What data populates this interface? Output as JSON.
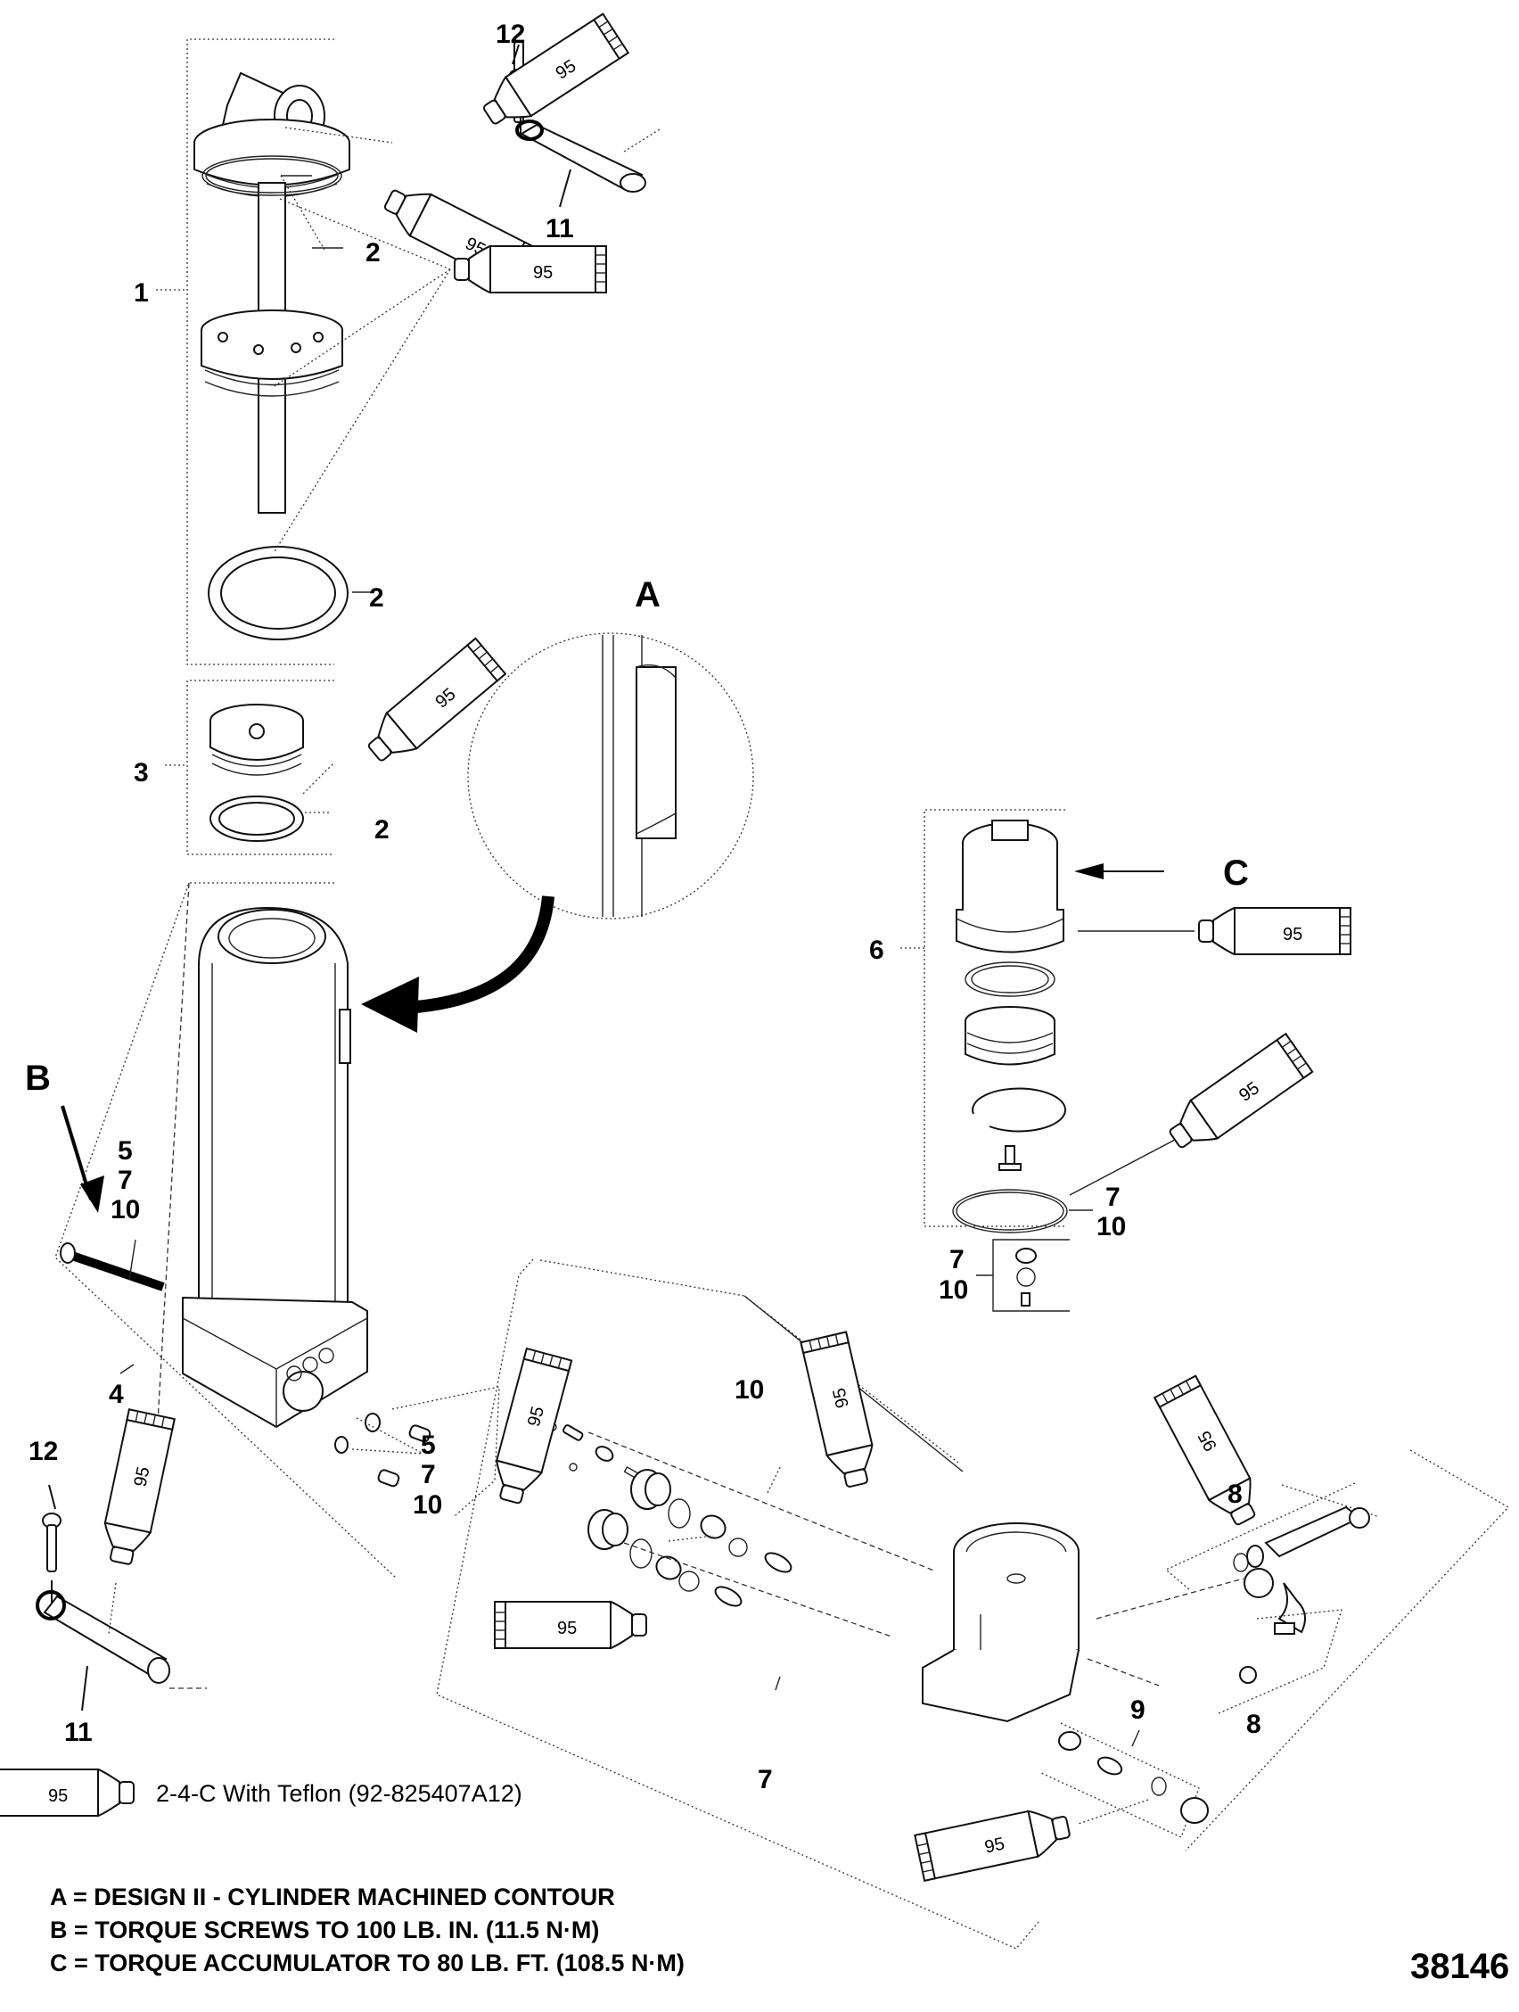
{
  "diagram": {
    "figure_number": "38146",
    "detail_labels": {
      "A": "A",
      "B": "B",
      "C": "C"
    },
    "callouts": {
      "c1": "1",
      "c2a": "2",
      "c2b": "2",
      "c2c": "2",
      "c3": "3",
      "c4": "4",
      "c5a": "5",
      "c7a": "7",
      "c10a": "10",
      "c5b": "5",
      "c7b": "7",
      "c10b": "10",
      "c6": "6",
      "c7c": "7",
      "c10c": "10",
      "c7d": "7",
      "c10d": "10",
      "c7e": "7",
      "c8a": "8",
      "c8b": "8",
      "c9": "9",
      "c10e": "10",
      "c11a": "11",
      "c11b": "11",
      "c12a": "12",
      "c12b": "12"
    },
    "sealant_tube_label": "95",
    "legend": {
      "tube_label": "95",
      "text": "2-4-C  With Teflon (92-825407A12)"
    },
    "notes": [
      "A = DESIGN II - CYLINDER MACHINED CONTOUR",
      "B = TORQUE SCREWS TO 100 LB. IN. (11.5 N·M)",
      "C = TORQUE ACCUMULATOR TO 80 LB. FT. (108.5 N·M)"
    ]
  }
}
